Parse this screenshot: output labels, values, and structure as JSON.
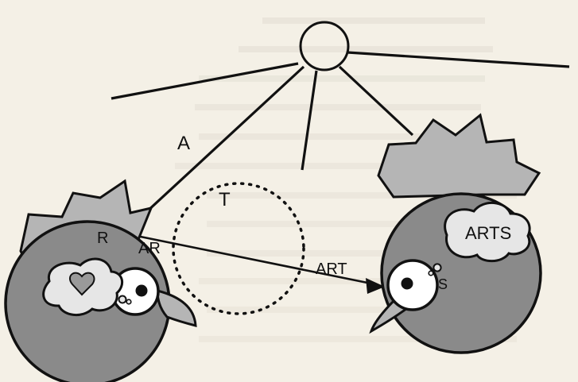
{
  "diagram": {
    "labels": {
      "a": "A",
      "r": "R",
      "ar": "AR",
      "t": "T",
      "art": "ART",
      "arts": "ARTS",
      "s": "S"
    },
    "colors": {
      "background": "#f4f0e6",
      "stroke": "#111111",
      "bird_fill": "#8a8a8a",
      "comb_fill": "#b5b5b5",
      "eye_fill": "#ffffff",
      "thought_fill": "#e6e6e6",
      "heart_fill": "#9a9a9a",
      "bleed_text": "#b7b0a2"
    },
    "icons": {
      "sun": "sun-circle-icon",
      "left_bird": "bird-icon",
      "right_bird": "bird-icon",
      "heart": "heart-icon",
      "thought": "thought-bubble-icon"
    }
  }
}
